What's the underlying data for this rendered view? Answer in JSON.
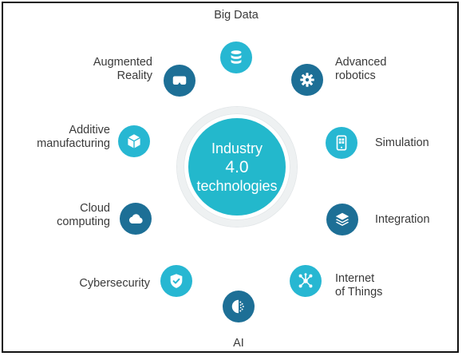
{
  "colors": {
    "light": "#27b7d2",
    "dark": "#1d6f96",
    "hub": "#23b8cc",
    "text": "#3a3a3a"
  },
  "center": {
    "line1": "Industry",
    "line2": "4.0",
    "line3": "technologies"
  },
  "nodes": [
    {
      "name": "big-data",
      "lines": [
        "Big Data"
      ],
      "icon": "database-icon",
      "tone": "light"
    },
    {
      "name": "advanced-robotics",
      "lines": [
        "Advanced",
        "robotics"
      ],
      "icon": "gear-icon",
      "tone": "dark"
    },
    {
      "name": "simulation",
      "lines": [
        "Simulation"
      ],
      "icon": "tablet-icon",
      "tone": "light"
    },
    {
      "name": "integration",
      "lines": [
        "Integration"
      ],
      "icon": "layers-icon",
      "tone": "dark"
    },
    {
      "name": "internet-of-things",
      "lines": [
        "Internet",
        "of Things"
      ],
      "icon": "network-icon",
      "tone": "light"
    },
    {
      "name": "ai",
      "lines": [
        "AI"
      ],
      "icon": "brain-icon",
      "tone": "dark"
    },
    {
      "name": "cybersecurity",
      "lines": [
        "Cybersecurity"
      ],
      "icon": "shield-check-icon",
      "tone": "light"
    },
    {
      "name": "cloud-computing",
      "lines": [
        "Cloud",
        "computing"
      ],
      "icon": "cloud-icon",
      "tone": "dark"
    },
    {
      "name": "additive-manufacturing",
      "lines": [
        "Additive",
        "manufacturing"
      ],
      "icon": "cube-icon",
      "tone": "light"
    },
    {
      "name": "augmented-reality",
      "lines": [
        "Augmented",
        "Reality"
      ],
      "icon": "vr-headset-icon",
      "tone": "dark"
    }
  ]
}
